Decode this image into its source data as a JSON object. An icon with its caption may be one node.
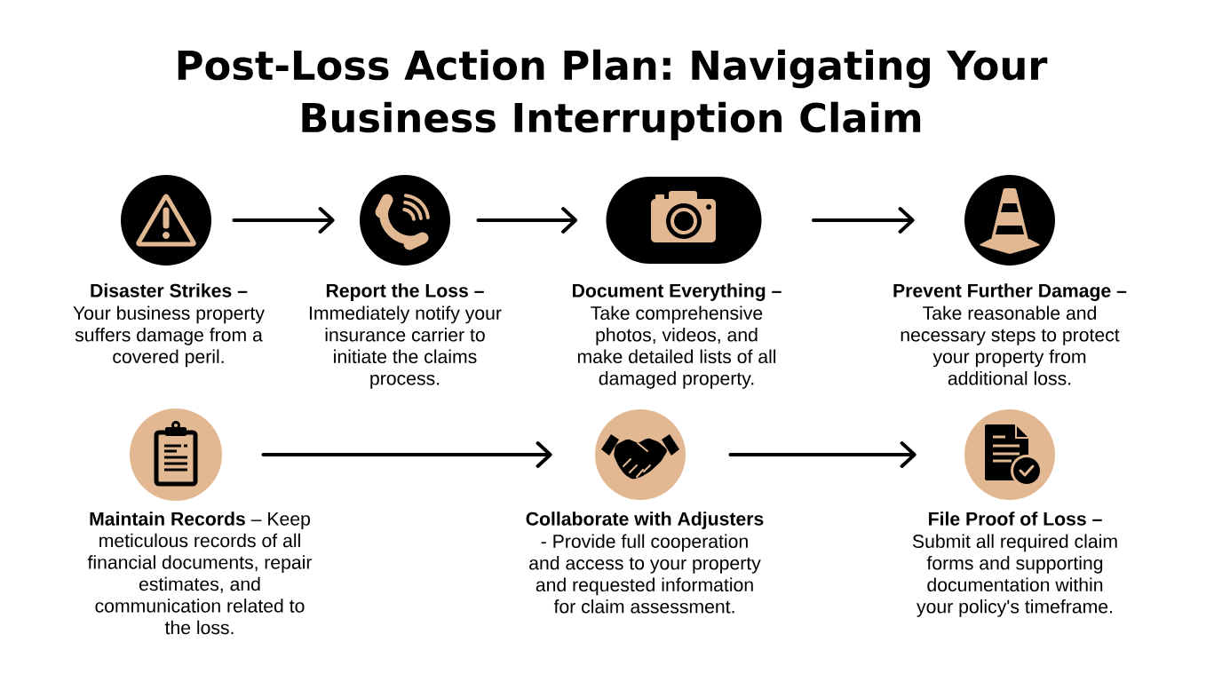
{
  "diagram": {
    "title": "Post-Loss Action Plan: Navigating Your Business Interruption Claim",
    "nodes": [
      {
        "text": [
          "Disaster Strikes –",
          "Your business property suffers damage from a covered peril."
        ]
      },
      {
        "text": [
          "Report the Loss –",
          "Immediately notify your insurance carrier to initiate the claims process."
        ]
      },
      {
        "text": [
          "Document Everything –",
          "Take comprehensive photos, videos, and make detailed lists of all damaged property."
        ]
      },
      {
        "text": [
          "Prevent Further Damage –",
          "Take reasonable and necessary steps to protect your property from additional loss."
        ]
      },
      {
        "text": [
          "**Maintain Records** – Keep meticulous records of all financial documents, repair estimates, and communication related to the loss."
        ]
      },
      {
        "text": [
          "Collaborate with Adjusters",
          "- Provide full cooperation and access to your property and requested information for claim assessment."
        ]
      },
      {
        "text": [
          "File Proof of Loss –",
          "Submit all required claim forms and supporting documentation within your policy's timeframe."
        ]
      }
    ],
    "edges": [
      {
        "from": 0,
        "to": 1,
        "arrow": "to"
      },
      {
        "from": 1,
        "to": 2,
        "arrow": "to"
      },
      {
        "from": 2,
        "to": 3,
        "arrow": "to"
      },
      {
        "from": 4,
        "to": 5,
        "arrow": "to"
      },
      {
        "from": 5,
        "to": 6,
        "arrow": "to"
      }
    ]
  }
}
